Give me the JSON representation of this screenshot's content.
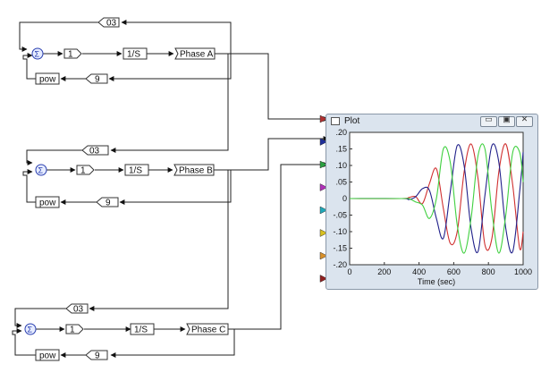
{
  "rows": [
    {
      "id": "a",
      "gain_top": "03",
      "integrator_in": "1",
      "integrator": "1/S",
      "label": "Phase A",
      "gain_bottom": "9",
      "pow": "pow",
      "sum": "Σ"
    },
    {
      "id": "b",
      "gain_top": "03",
      "integrator_in": "1",
      "integrator": "1/S",
      "label": "Phase B",
      "gain_bottom": "9",
      "pow": "pow",
      "sum": "Σ"
    },
    {
      "id": "c",
      "gain_top": "03",
      "integrator_in": "1",
      "integrator": "1/S",
      "label": "Phase C",
      "gain_bottom": "9",
      "pow": "pow",
      "sum": "Σ"
    }
  ],
  "input_ports": [
    {
      "color": "#b03030"
    },
    {
      "color": "#1f2f9a"
    },
    {
      "color": "#2aa040"
    },
    {
      "color": "#b030b8"
    },
    {
      "color": "#20a8b8"
    },
    {
      "color": "#d8c020"
    },
    {
      "color": "#d8902a"
    },
    {
      "color": "#902020"
    }
  ],
  "plot": {
    "title": "Plot",
    "btn_min": "▭",
    "btn_max": "▣",
    "btn_close": "✕"
  },
  "chart_data": {
    "type": "line",
    "xlabel": "Time (sec)",
    "xlim": [
      0,
      1000
    ],
    "ylim": [
      -0.2,
      0.2
    ],
    "xticks": [
      0,
      200,
      400,
      600,
      800,
      1000
    ],
    "yticks": [
      0.2,
      0.15,
      0.1,
      0.05,
      0,
      -0.05,
      -0.1,
      -0.15,
      -0.2
    ],
    "ytick_labels": [
      ".20",
      ".15",
      ".10",
      ".05",
      "0",
      "-.05",
      "-.10",
      "-.15",
      "-.20"
    ],
    "series": [
      {
        "color": "#d03030",
        "x": [
          0,
          300,
          340,
          380,
          420,
          460,
          500,
          540,
          580,
          620,
          660,
          700,
          740,
          780,
          820,
          860,
          900,
          940,
          980,
          1000
        ],
        "y": [
          0,
          0,
          0.003,
          0.006,
          -0.015,
          0.045,
          0.09,
          -0.03,
          -0.135,
          -0.1,
          0.08,
          0.165,
          0.06,
          -0.14,
          -0.12,
          0.08,
          0.165,
          0.04,
          -0.15,
          -0.1
        ]
      },
      {
        "color": "#20208a",
        "x": [
          0,
          300,
          340,
          380,
          420,
          460,
          500,
          540,
          580,
          620,
          660,
          700,
          740,
          780,
          820,
          860,
          900,
          940,
          980,
          1000
        ],
        "y": [
          0,
          0,
          -0.003,
          0.005,
          0.03,
          0.025,
          -0.06,
          -0.12,
          0.02,
          0.16,
          0.1,
          -0.09,
          -0.16,
          0.01,
          0.16,
          0.11,
          -0.09,
          -0.16,
          0.02,
          0.14
        ]
      },
      {
        "color": "#40d040",
        "x": [
          0,
          300,
          340,
          380,
          420,
          460,
          500,
          540,
          580,
          620,
          660,
          700,
          740,
          780,
          820,
          860,
          900,
          940,
          980,
          1000
        ],
        "y": [
          0,
          0,
          0,
          -0.01,
          -0.02,
          -0.06,
          0.0,
          0.15,
          0.11,
          -0.08,
          -0.165,
          -0.06,
          0.13,
          0.15,
          -0.04,
          -0.165,
          -0.05,
          0.14,
          0.14,
          0.05
        ]
      }
    ]
  }
}
